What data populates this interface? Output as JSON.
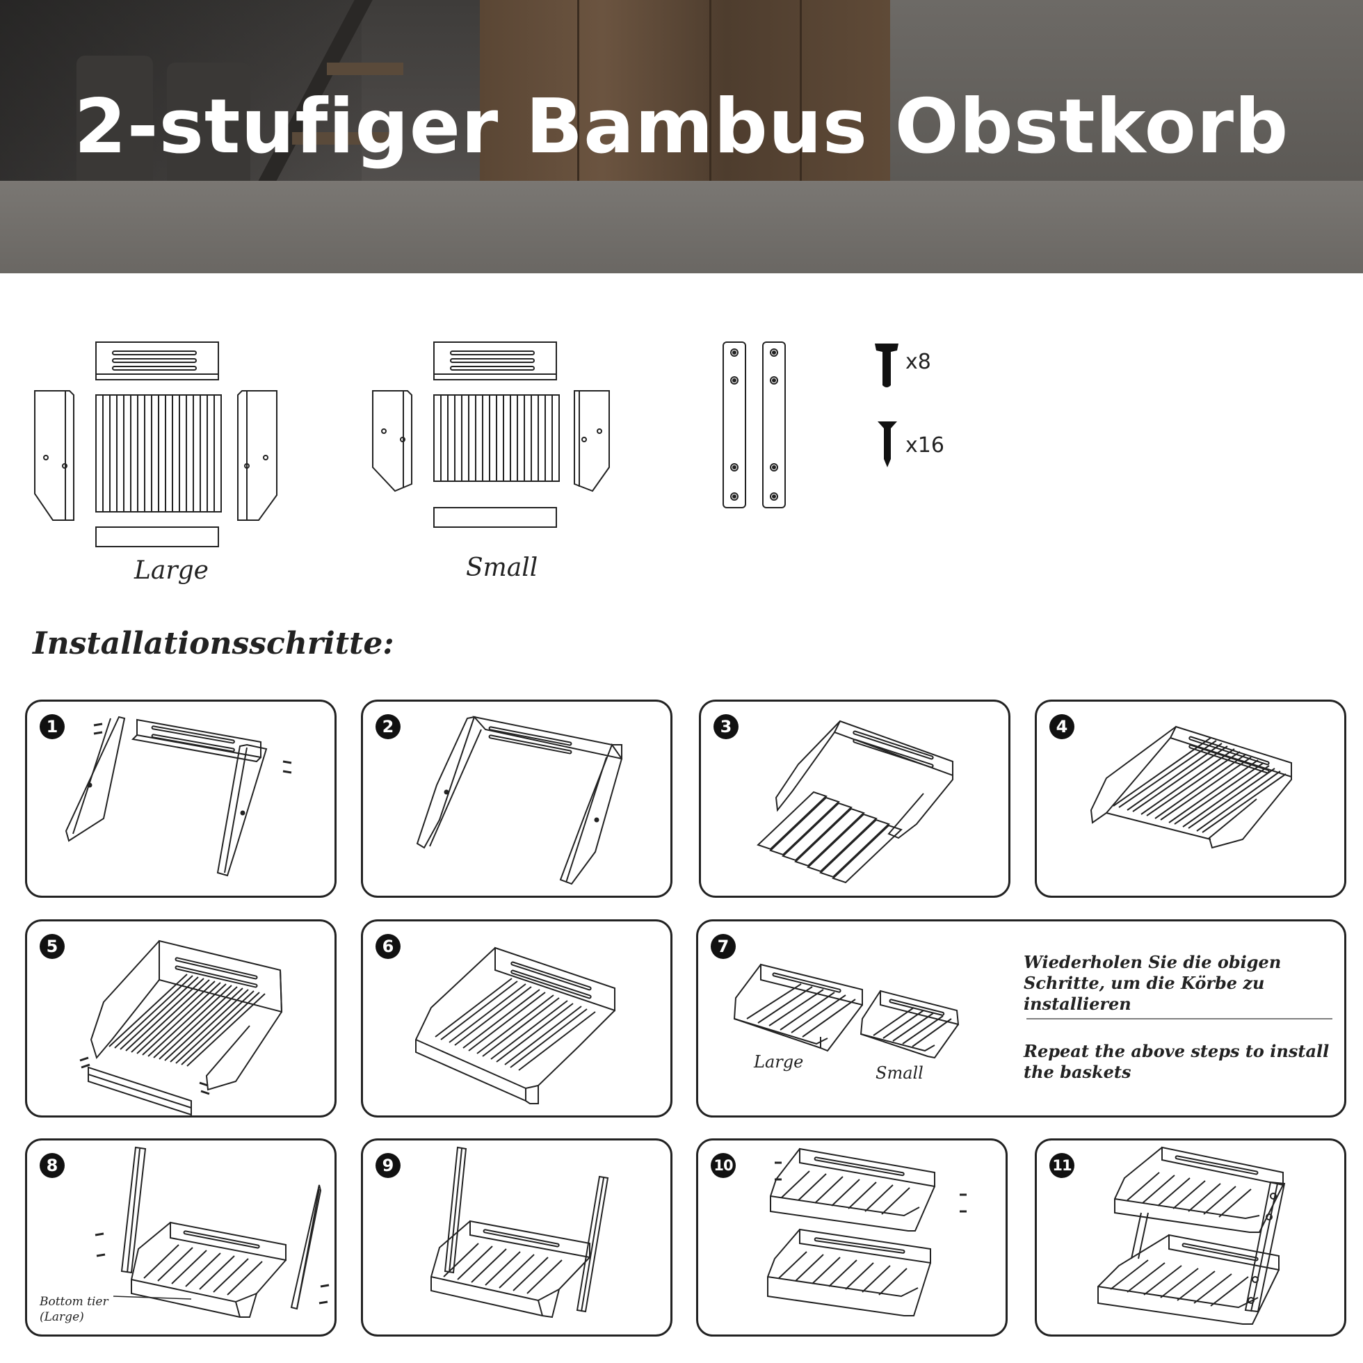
{
  "header": {
    "title": "2-stufiger Bambus Obstkorb"
  },
  "parts": {
    "large_label": "Large",
    "small_label": "Small",
    "bolt_qty": "x8",
    "screw_qty": "x16"
  },
  "installation": {
    "heading": "Installationsschritte:",
    "steps": [
      {
        "number": "1"
      },
      {
        "number": "2"
      },
      {
        "number": "3"
      },
      {
        "number": "4"
      },
      {
        "number": "5"
      },
      {
        "number": "6"
      },
      {
        "number": "7",
        "large_label": "Large",
        "small_label": "Small",
        "note_de": "Wiederholen Sie die obigen Schritte, um die Körbe zu installieren",
        "note_en": "Repeat the above steps to install the baskets"
      },
      {
        "number": "8",
        "callout_line1": "Bottom tier",
        "callout_line2": "(Large)"
      },
      {
        "number": "9"
      },
      {
        "number": "10"
      },
      {
        "number": "11"
      }
    ]
  }
}
